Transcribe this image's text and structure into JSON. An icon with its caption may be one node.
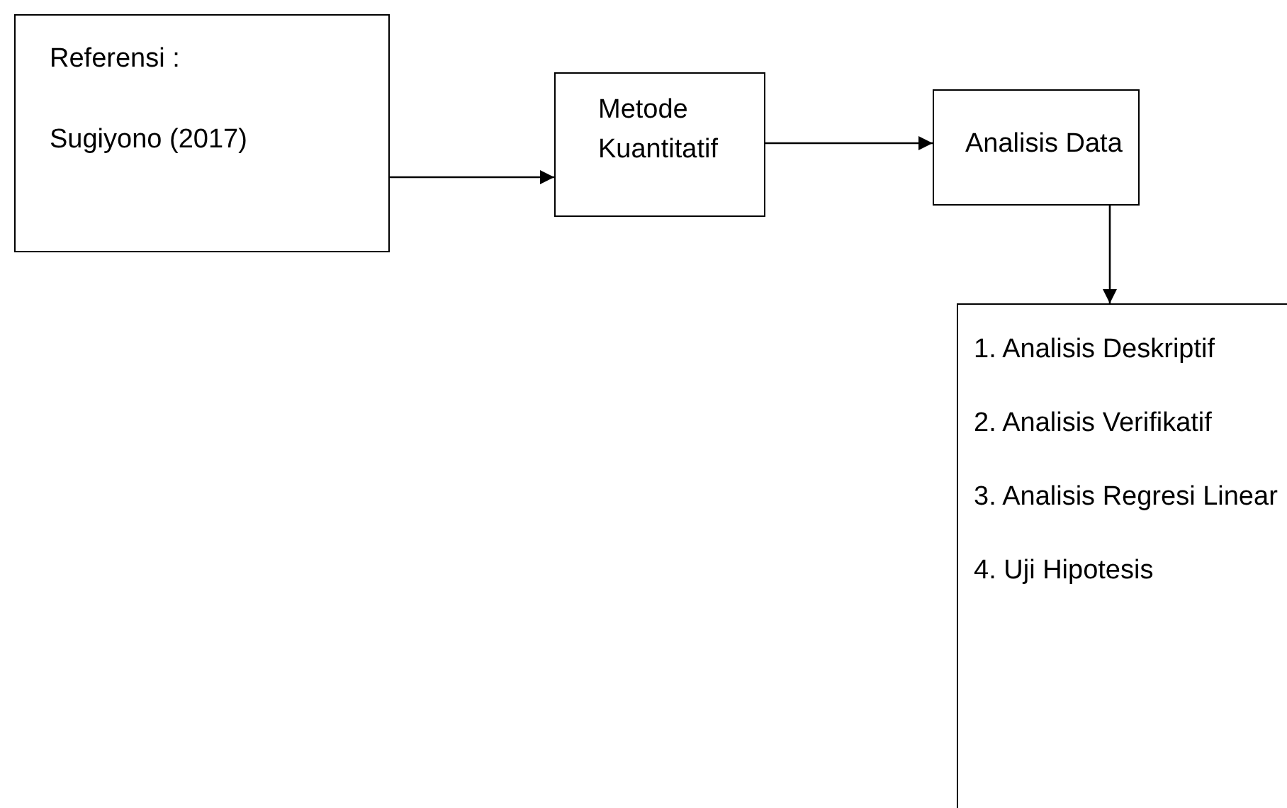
{
  "diagram": {
    "nodes": [
      {
        "text": [
          "Referensi :",
          "Sugiyono (2017)"
        ]
      },
      {
        "text": [
          "Metode Kuantitatif"
        ]
      },
      {
        "text": [
          "Analisis Data"
        ]
      },
      {
        "text": [
          "1. Analisis Deskriptif",
          "2. Analisis Verifikatif",
          "3. Analisis Regresi Linear",
          "4. Uji Hipotesis"
        ]
      }
    ],
    "edges": [
      {
        "from": 0,
        "to": 1,
        "arrow": "to"
      },
      {
        "from": 1,
        "to": 2,
        "arrow": "to"
      },
      {
        "from": 2,
        "to": 3,
        "arrow": "to"
      }
    ]
  }
}
